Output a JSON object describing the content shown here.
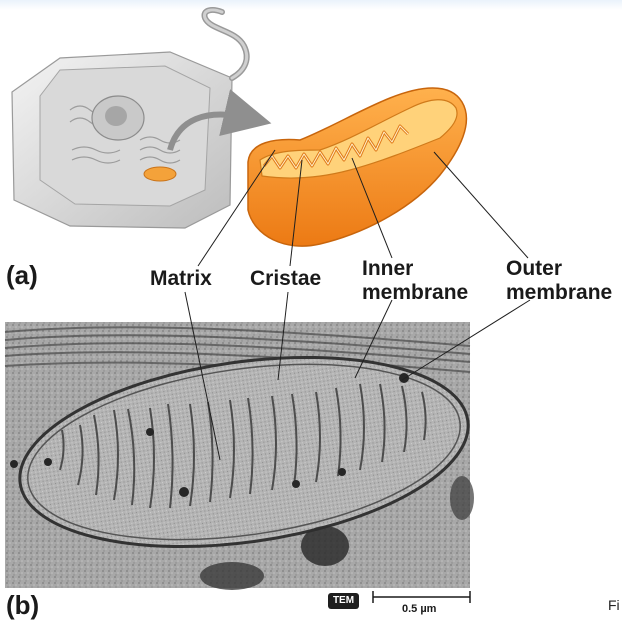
{
  "panels": {
    "a": "(a)",
    "b": "(b)"
  },
  "labels": {
    "matrix": "Matrix",
    "cristae": "Cristae",
    "inner_line1": "Inner",
    "inner_line2": "membrane",
    "outer_line1": "Outer",
    "outer_line2": "membrane"
  },
  "micrograph": {
    "badge": "TEM",
    "scale_bar": "0.5 µm"
  },
  "figure_tag": "Fi",
  "colors": {
    "mito_outer": "#f08a1e",
    "mito_inner": "#ffd27a",
    "arrow": "#8f8f8f",
    "tem_gray": "#9a9a9a"
  }
}
